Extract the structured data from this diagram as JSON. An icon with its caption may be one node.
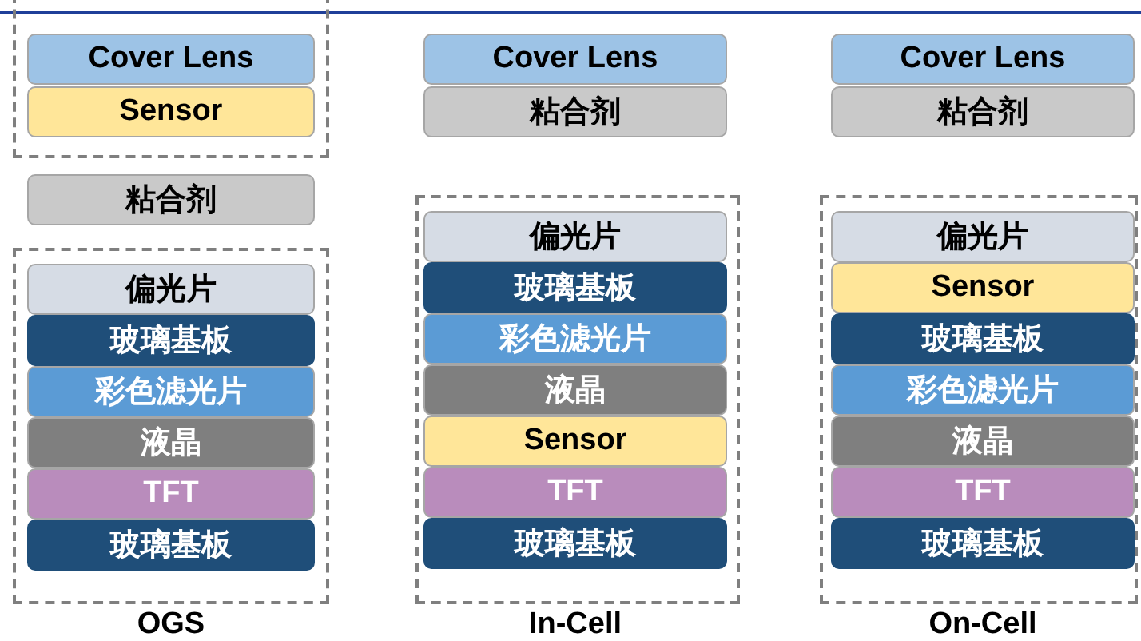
{
  "diagram": {
    "nodes": [
      {
        "text": [],
        "shape": "box"
      },
      {
        "text": [
          "Cover Lens"
        ],
        "in": 0
      },
      {
        "text": [
          "Sensor"
        ],
        "in": 0
      },
      {
        "text": [
          "粘合剂"
        ]
      },
      {
        "text": [],
        "shape": "box"
      },
      {
        "text": [
          "偏光片"
        ],
        "in": 4
      },
      {
        "text": [
          "玻璃基板"
        ],
        "in": 4
      },
      {
        "text": [
          "彩色滤光片"
        ],
        "in": 4
      },
      {
        "text": [
          "液晶"
        ],
        "in": 4
      },
      {
        "text": [
          "TFT"
        ],
        "in": 4
      },
      {
        "text": [
          "玻璃基板"
        ],
        "in": 4
      },
      {
        "text": [
          "Cover Lens"
        ]
      },
      {
        "text": [
          "粘合剂"
        ]
      },
      {
        "text": [],
        "shape": "box"
      },
      {
        "text": [
          "偏光片"
        ],
        "in": 13
      },
      {
        "text": [
          "玻璃基板"
        ],
        "in": 13
      },
      {
        "text": [
          "彩色滤光片"
        ],
        "in": 13
      },
      {
        "text": [
          "液晶"
        ],
        "in": 13
      },
      {
        "text": [
          "Sensor"
        ],
        "in": 13
      },
      {
        "text": [
          "TFT"
        ],
        "in": 13
      },
      {
        "text": [
          "玻璃基板"
        ],
        "in": 13
      },
      {
        "text": [
          "Cover Lens"
        ]
      },
      {
        "text": [
          "粘合剂"
        ]
      },
      {
        "text": [],
        "shape": "box"
      },
      {
        "text": [
          "偏光片"
        ],
        "in": 23
      },
      {
        "text": [
          "Sensor"
        ],
        "in": 23
      },
      {
        "text": [
          "玻璃基板"
        ],
        "in": 23
      },
      {
        "text": [
          "彩色滤光片"
        ],
        "in": 23
      },
      {
        "text": [
          "液晶"
        ],
        "in": 23
      },
      {
        "text": [
          "TFT"
        ],
        "in": 23
      },
      {
        "text": [
          "玻璃基板"
        ],
        "in": 23
      }
    ],
    "labels": [
      "OGS",
      "In-Cell",
      "On-Cell"
    ]
  }
}
